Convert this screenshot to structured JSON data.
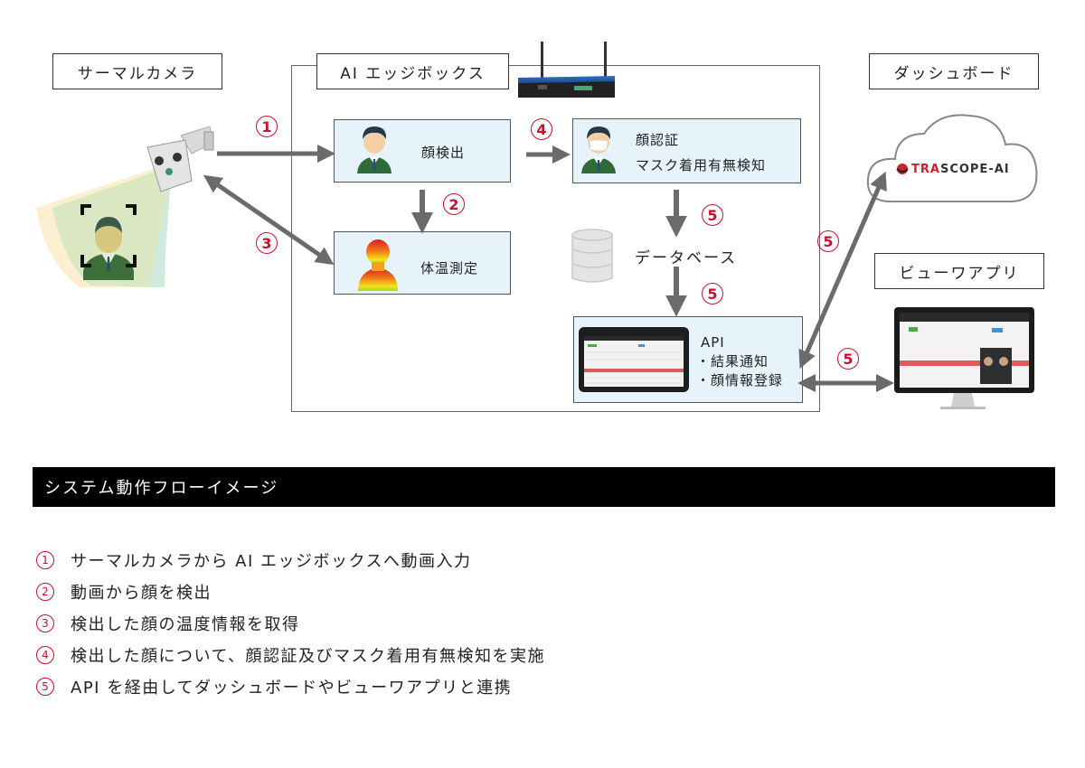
{
  "diagram": {
    "labels": {
      "thermal_camera": "サーマルカメラ",
      "ai_edge_box": "AI エッジボックス",
      "dashboard": "ダッシュボード",
      "viewer_app": "ビューワアプリ"
    },
    "processes": {
      "face_detection": "顔検出",
      "body_temperature": "体温測定",
      "face_recognition_line1": "顔認証",
      "face_recognition_line2": "マスク着用有無検知",
      "database": "データベース",
      "api_title": "API",
      "api_item1": "・結果通知",
      "api_item2": "・顔情報登録"
    },
    "logo": {
      "brand_red": "TRA",
      "brand_rest": "SCOPE-AI"
    },
    "badges": {
      "b1": "1",
      "b2": "2",
      "b3": "3",
      "b4": "4",
      "b5": "5"
    },
    "colors": {
      "badge_red": "#c8102e",
      "box_fill": "#e6f3fb",
      "arrow_gray": "#6b6b6b",
      "banner_bg": "#000000"
    }
  },
  "section": {
    "title": "システム動作フローイメージ",
    "steps": [
      {
        "num": "1",
        "text": "サーマルカメラから AI エッジボックスへ動画入力"
      },
      {
        "num": "2",
        "text": "動画から顔を検出"
      },
      {
        "num": "3",
        "text": "検出した顔の温度情報を取得"
      },
      {
        "num": "4",
        "text": "検出した顔について、顔認証及びマスク着用有無検知を実施"
      },
      {
        "num": "5",
        "text": "API を経由してダッシュボードやビューワアプリと連携"
      }
    ]
  }
}
